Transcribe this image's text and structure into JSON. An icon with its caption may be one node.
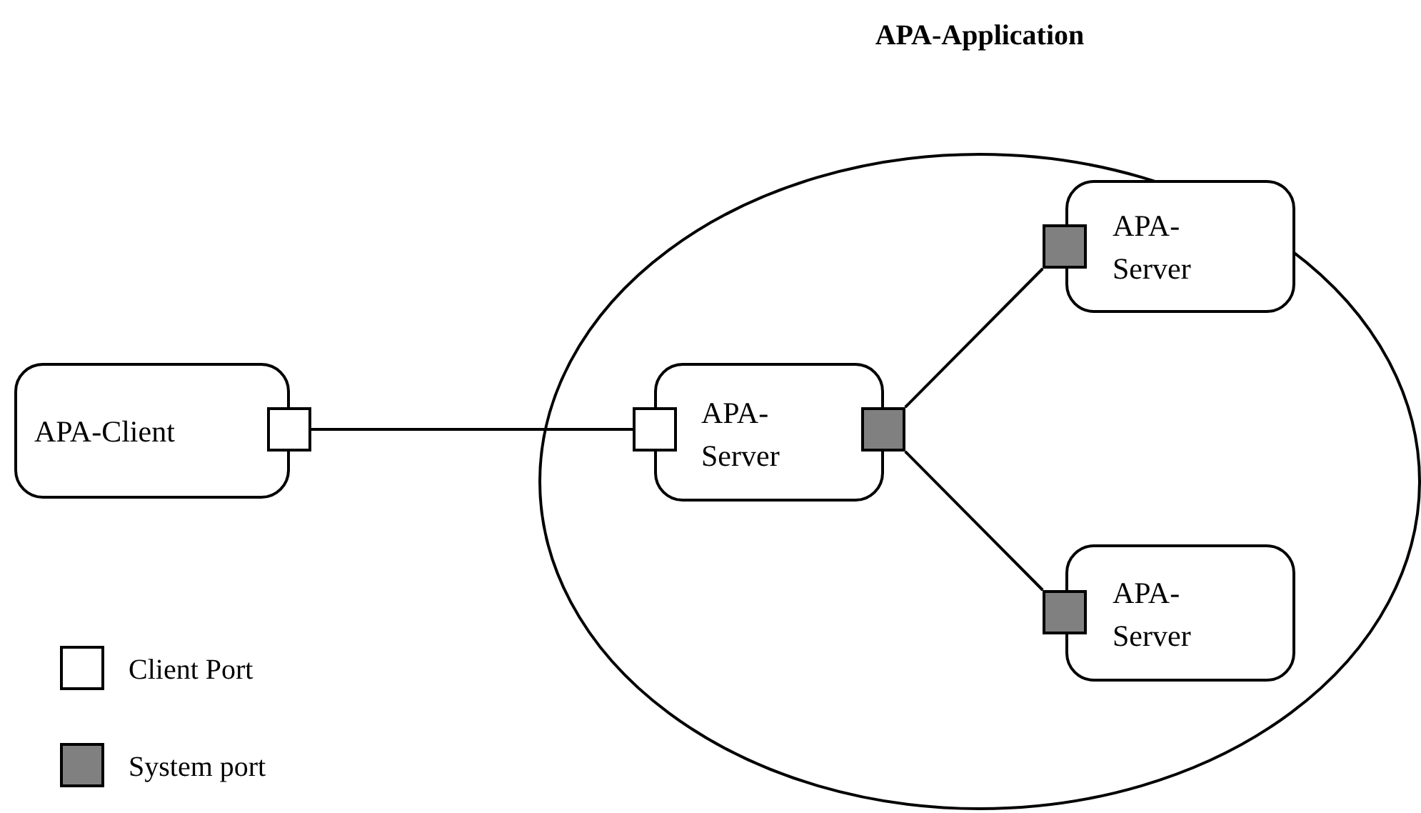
{
  "diagram": {
    "nodes": [
      {
        "text": [
          "APA-Application"
        ]
      },
      {
        "text": [
          "APA-Client"
        ]
      },
      {
        "text": [],
        "shape": "box"
      },
      {
        "text": [],
        "shape": "box",
        "in": 0
      },
      {
        "text": [
          "APA-Server"
        ],
        "in": 0
      },
      {
        "text": [],
        "shape": "box",
        "in": 0
      },
      {
        "text": [],
        "shape": "box",
        "in": 0
      },
      {
        "text": [
          "APA-Server"
        ],
        "in": 0
      },
      {
        "text": [],
        "shape": "box",
        "in": 0
      },
      {
        "text": [
          "APA-Server"
        ],
        "in": 0
      }
    ],
    "edges": [
      {
        "from": 2,
        "to": 3,
        "arrow": "none"
      },
      {
        "from": 5,
        "to": 6,
        "arrow": "none"
      },
      {
        "from": 5,
        "to": 8,
        "arrow": "none"
      }
    ],
    "legend": [
      {
        "text": "Client Port",
        "color": "#ffffff"
      },
      {
        "text": "System port",
        "color": "#808080"
      }
    ]
  }
}
